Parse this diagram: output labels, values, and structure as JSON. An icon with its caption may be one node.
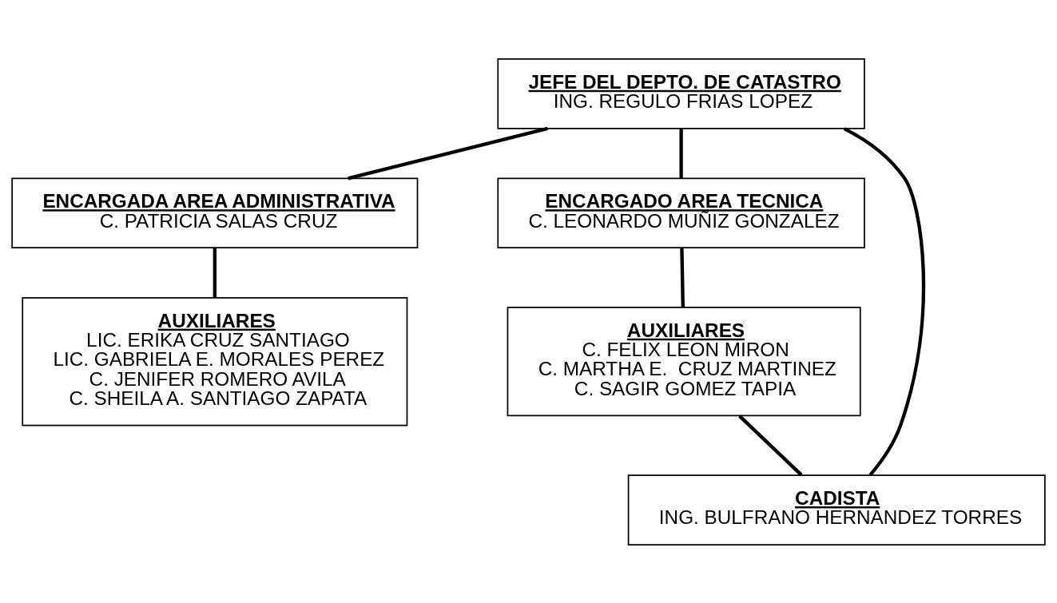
{
  "diagram": {
    "nodes": [
      {
        "text": [
          "JEFE DEL DEPTO. DE CATASTRO",
          "ING. REGULO FRIAS LOPEZ"
        ]
      },
      {
        "text": [
          "ENCARGADA AREA ADMINISTRATIVA",
          "C. PATRICIA SALAS CRUZ"
        ]
      },
      {
        "text": [
          "ENCARGADO AREA TECNICA",
          "C. LEONARDO MUÑIZ GONZALEZ"
        ]
      },
      {
        "text": [
          "AUXILIARES",
          "LIC. ERIKA CRUZ SANTIAGO",
          "LIC. GABRIELA E. MORALES PEREZ",
          "C. JENIFER ROMERO AVILA",
          "C. SHEILA A. SANTIAGO ZAPATA"
        ]
      },
      {
        "text": [
          "AUXILIARES",
          "C. FELIX LEON MIRON",
          "C. MARTHA E.  CRUZ MARTINEZ",
          "C. SAGIR GOMEZ TAPIA"
        ]
      },
      {
        "text": [
          "CADISTA",
          "ING. BULFRANO HERNANDEZ TORRES"
        ]
      }
    ],
    "edges": [
      {
        "from": 0,
        "to": 1,
        "arrow": "none"
      },
      {
        "from": 0,
        "to": 2,
        "arrow": "none"
      },
      {
        "from": 0,
        "to": 5,
        "arrow": "none"
      },
      {
        "from": 1,
        "to": 3,
        "arrow": "none"
      },
      {
        "from": 2,
        "to": 4,
        "arrow": "none"
      },
      {
        "from": 4,
        "to": 5,
        "arrow": "none"
      }
    ]
  }
}
